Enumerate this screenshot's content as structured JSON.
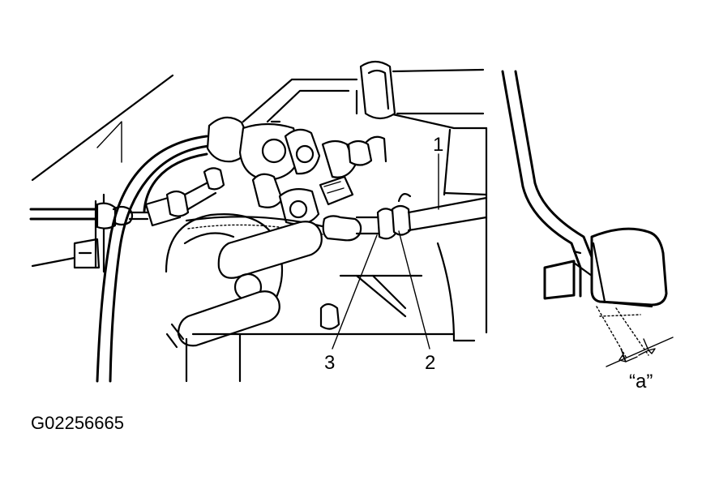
{
  "figure": {
    "id_code": "G02256665",
    "callouts": {
      "one": "1",
      "two": "2",
      "three": "3",
      "dimension_a": "“a”"
    }
  }
}
